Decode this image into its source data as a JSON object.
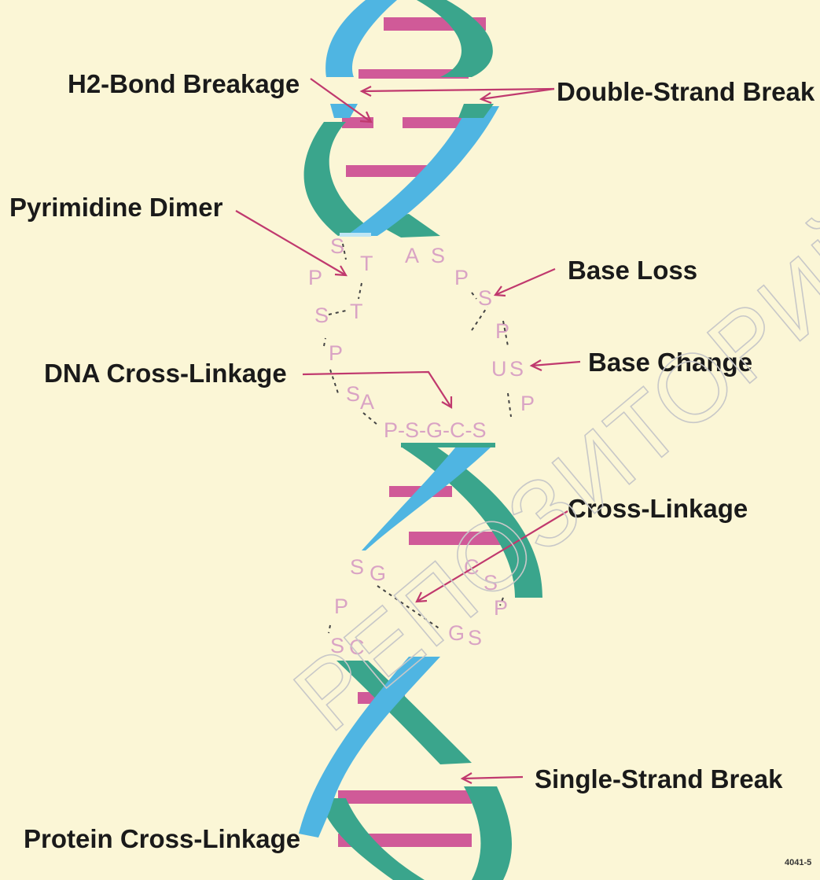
{
  "callouts": {
    "h2_bond_breakage": "H2-Bond Breakage",
    "double_strand_break": "Double-Strand Break",
    "pyrimidine_dimer": "Pyrimidine Dimer",
    "base_loss": "Base Loss",
    "dna_cross_linkage": "DNA Cross-Linkage",
    "base_change": "Base Change",
    "cross_linkage": "Cross-Linkage",
    "single_strand_break": "Single-Strand Break",
    "protein_cross_linkage": "Protein Cross-Linkage"
  },
  "nucleotides": {
    "s1": "S",
    "t1": "T",
    "a1": "A",
    "s2": "S",
    "p1": "P",
    "p2": "P",
    "s3": "S",
    "t2": "T",
    "s4": "S",
    "p3": "P",
    "s5": "S",
    "p4": "P",
    "u1": "U",
    "s6": "S",
    "s7": "S",
    "a2": "A",
    "p5": "P",
    "p6": "P",
    "row": "P-S-G-C-S",
    "s8": "S",
    "g1": "G",
    "c1": "C",
    "s9": "S",
    "p7": "P",
    "p8": "P",
    "s10": "S",
    "c2": "C",
    "g2": "G",
    "s11": "S"
  },
  "figure_code": "4041-5",
  "watermark": "РЕПОЗИТОРИЙ БГТУ",
  "colors": {
    "background": "#fbf6d6",
    "strand_blue": "#4fb5e2",
    "strand_green": "#3aa58c",
    "base_pair": "#d05a98",
    "arrow": "#c0396e",
    "nucleotide_text": "#d9a3c4"
  }
}
